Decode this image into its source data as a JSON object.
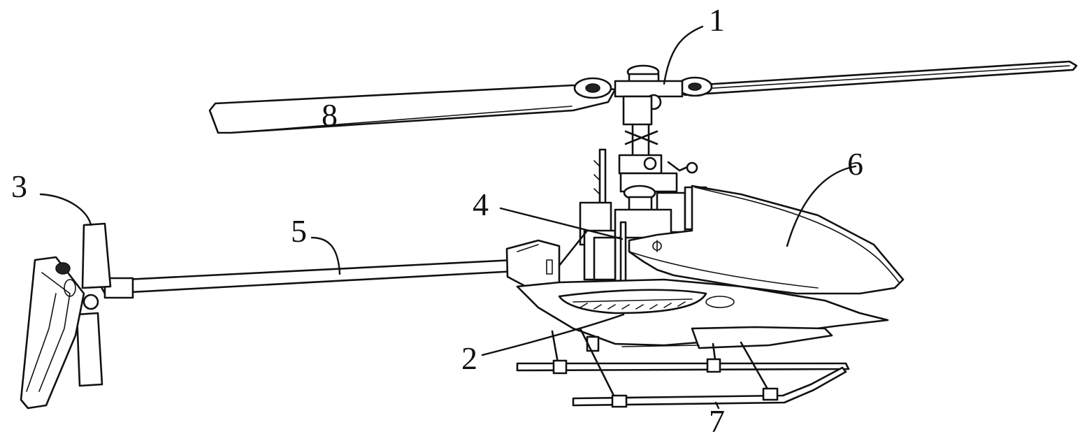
{
  "figure": {
    "labels": [
      {
        "id": "rotor-head",
        "text": "1"
      },
      {
        "id": "main-gear",
        "text": "2"
      },
      {
        "id": "tail-rotor",
        "text": "3"
      },
      {
        "id": "frame",
        "text": "4"
      },
      {
        "id": "tail-boom",
        "text": "5"
      },
      {
        "id": "canopy",
        "text": "6"
      },
      {
        "id": "landing-skid",
        "text": "7"
      },
      {
        "id": "main-blade",
        "text": "8"
      }
    ]
  }
}
